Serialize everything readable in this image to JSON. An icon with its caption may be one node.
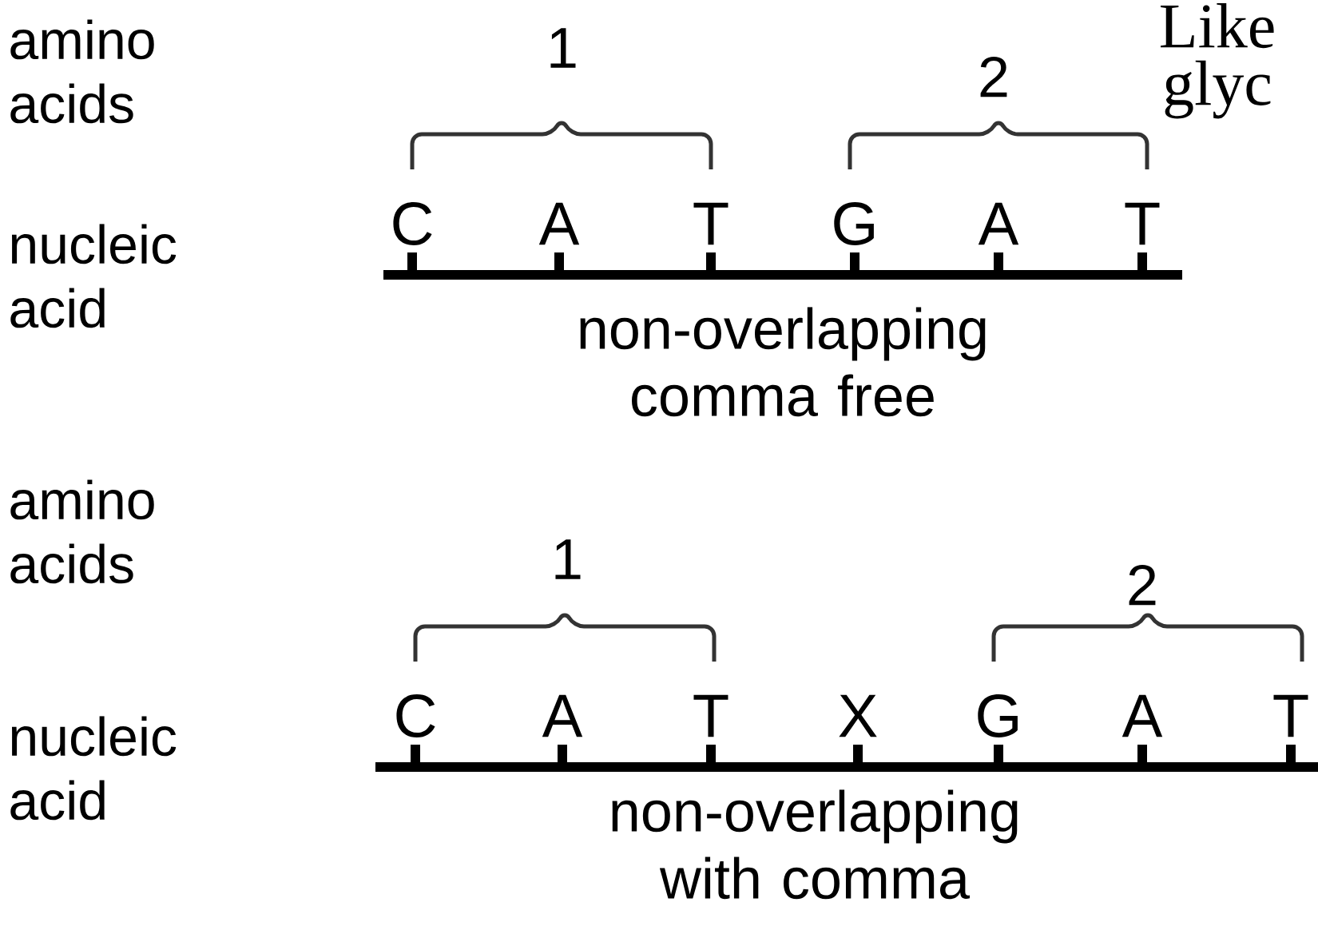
{
  "diagram": {
    "labels": [
      "amino acids",
      "1",
      "2",
      "Like",
      "glyc",
      "C",
      "A",
      "T",
      "G",
      "A",
      "T",
      "nucleic acid",
      "non-overlapping comma free",
      "amino acids",
      "1",
      "2",
      "C",
      "A",
      "T",
      "X",
      "G",
      "A",
      "T",
      "nucleic acid",
      "non-overlapping with comma"
    ]
  }
}
